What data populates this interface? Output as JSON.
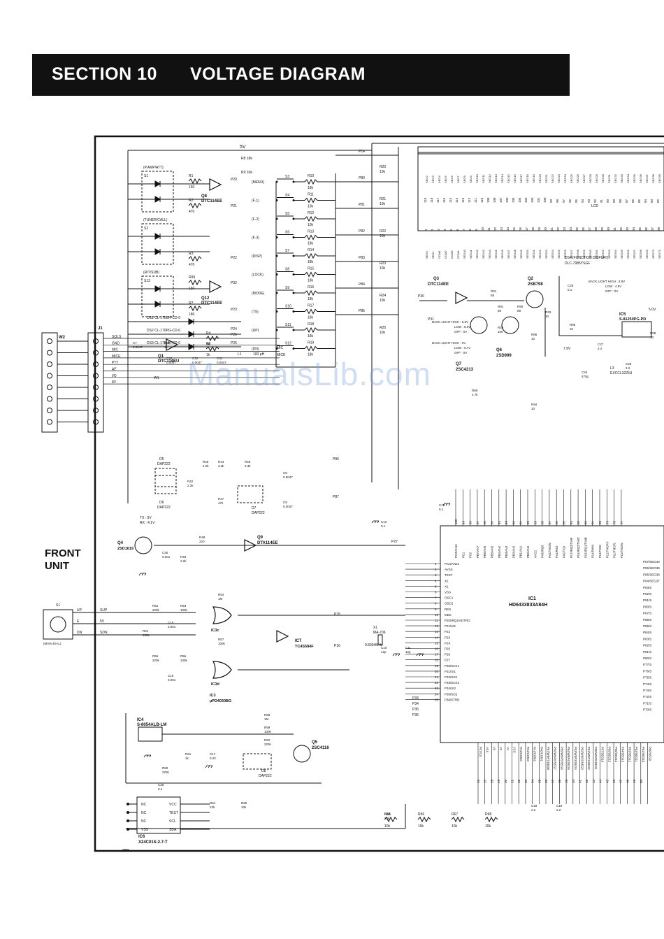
{
  "header": {
    "section_label": "SECTION 10",
    "section_title": "VOLTAGE DIAGRAM"
  },
  "front_unit": [
    "FRONT",
    "UNIT"
  ],
  "watermark": "ManualsLib.com",
  "lcd": {
    "name": "DS4 (FUNCTION DISPLAY)",
    "part": "DLC-7985YSGF",
    "label": "LCD"
  },
  "switches": {
    "group_labels": [
      "(P.AMP/ATT)",
      "(TUNER/CALL)",
      "(RIT/SUB)"
    ],
    "switch_refs": [
      "S1",
      "S2",
      "S13"
    ],
    "key_labels": [
      "(MENU)",
      "(F-1)",
      "(F-2)",
      "(F-3)",
      "(DISP)",
      "(LOCK)",
      "(MODE)",
      "(TS)",
      "(UP)",
      "(DN)"
    ],
    "key_refs": [
      "S3",
      "S4",
      "S5",
      "S6",
      "S7",
      "S8",
      "S9",
      "S10",
      "S11",
      "S12"
    ],
    "key_resistors": [
      "R10",
      "R11",
      "R12",
      "R13",
      "R14",
      "R15",
      "R16",
      "R17",
      "R18",
      "R19"
    ],
    "key_values": [
      "18k",
      "10k",
      "10k",
      "18k",
      "18k",
      "18k",
      "18k",
      "18k",
      "18k",
      "18k"
    ]
  },
  "transistors": [
    {
      "ref": "Q8",
      "part": "DTC114EE"
    },
    {
      "ref": "Q12",
      "part": "DTC114EE"
    },
    {
      "ref": "Q1",
      "part": "DTC114EU"
    },
    {
      "ref": "Q3",
      "part": "DTC114EE"
    },
    {
      "ref": "Q2",
      "part": "2SB798"
    },
    {
      "ref": "Q7",
      "part": "2SC4213"
    },
    {
      "ref": "Q6",
      "part": "2SD999"
    },
    {
      "ref": "Q4",
      "part": "2SD1619"
    },
    {
      "ref": "Q9",
      "part": "DTA114EE"
    },
    {
      "ref": "Q5",
      "part": "2SC4116"
    }
  ],
  "diodes": [
    {
      "ref": "DS1",
      "part": "CL-170UR-CD-0"
    },
    {
      "ref": "DS2",
      "part": "CL-170PG-CD-0"
    },
    {
      "ref": "DS3",
      "part": "CL-170UR-CD-0"
    },
    {
      "ref": "D5",
      "part": "DAP222"
    },
    {
      "ref": "D6",
      "part": "DAP222"
    },
    {
      "ref": "D7",
      "part": "DAP222"
    },
    {
      "ref": "D8",
      "part": "DAP222"
    }
  ],
  "ics": {
    "ic1": {
      "ref": "IC1",
      "part": "HD6433833A84H"
    },
    "ic3": {
      "ref": "IC3",
      "part": "µPD4030BG"
    },
    "ic4": {
      "ref": "IC4",
      "part": "S-8054ALB-LM"
    },
    "ic5": {
      "ref": "IC5",
      "part": "S-81250PG-PD"
    },
    "ic6": {
      "ref": "IC6",
      "part": "X24C01S-2.7-T"
    },
    "ic7": {
      "ref": "IC7",
      "part": "TC4S584F"
    },
    "gate_c": "IC3c",
    "gate_d": "IC3d"
  },
  "ic6_pins": [
    "NC",
    "NC",
    "NC",
    "VSS",
    "VCC",
    "TEST",
    "SCL",
    "SDA"
  ],
  "connector": {
    "j1": "J1",
    "w2": "W2",
    "w1": "W1",
    "signals": [
      "SQLS",
      "GND",
      "MIC",
      "MICE",
      "PTT",
      "AF",
      "I/O",
      "8V"
    ]
  },
  "main_dial": {
    "ref": "S1",
    "label": "(MAIN DIAL)",
    "pins": [
      "UP",
      "E",
      "DN"
    ],
    "nets": [
      "SUP",
      "5V",
      "SDN"
    ]
  },
  "backlight": {
    "high": "BACK LIGHT HIGH : 5.0V",
    "low": "LOW : 5.0V",
    "off": "OFF : 0V",
    "high2": "BACK LIGHT HIGH : 0V",
    "low2": "LOW : 0.7V",
    "off2": "OFF : 0V",
    "high3": "BACK LIGHT HIGH : 4.9V",
    "low3": "LOW : 4.9V",
    "off3": "OFF : 0V"
  },
  "tx_rx": {
    "tx": "TX : 0V",
    "rx": "RX : 4.1V"
  },
  "crystal": {
    "ref": "X1",
    "part": "MA-706",
    "freq": "9.8304MHz"
  },
  "nets": {
    "supply": "5V",
    "l1": "L1",
    "l1_value": "100 µH",
    "mic": "MIC",
    "mice": "MICE",
    "r9": "R9 10k",
    "r8": "R8 18k",
    "v7_9": "7.9V",
    "v5_0": "5.0V",
    "l3": "L3",
    "l3_part": "EXCCL3225U"
  },
  "ports": [
    "P14",
    "P80",
    "P81",
    "P82",
    "P83",
    "P84",
    "P85",
    "P86",
    "P87",
    "P20",
    "P21",
    "P22",
    "P23",
    "P24",
    "P25",
    "P26",
    "P27",
    "P30",
    "P31",
    "P32",
    "P33",
    "P34",
    "P35",
    "P36",
    "P15",
    "P16"
  ],
  "ic1_left_pins": [
    "PC3/AN11",
    "AVSS",
    "TEST",
    "X2",
    "X1",
    "VSS",
    "OSC1",
    "OSC2",
    "RES",
    "MD0",
    "P20/IRQ4/ADTRG",
    "P21/UD",
    "P22",
    "P23",
    "P24",
    "P25",
    "P26",
    "P27",
    "P30/SCK1",
    "P31/SI1",
    "P32/SO1",
    "P33/SCK2",
    "P34/SI2",
    "P35/SO2",
    "P36/STRB"
  ],
  "ic1_left_nums": [
    "1",
    "2",
    "3",
    "4",
    "5",
    "6",
    "7",
    "8",
    "9",
    "10",
    "11",
    "12",
    "13",
    "14",
    "15",
    "16",
    "17",
    "18",
    "19",
    "20",
    "21",
    "22",
    "23",
    "24",
    "25"
  ],
  "ic1_right_pins": [
    "P97/SEG40",
    "P96/SEG39",
    "P95/SEG38",
    "P94/SEG37",
    "P93/S",
    "P92/S",
    "P91/S",
    "P90/S",
    "P87/S",
    "P86/S",
    "P85/S",
    "P84/S",
    "P83/S",
    "P82/S",
    "P81/S",
    "P80/S",
    "P77/S",
    "P76/S",
    "P75/S",
    "P74/S",
    "P73/S",
    "P72/S",
    "P71/S",
    "P70/S"
  ],
  "ic1_top_pins": [
    "PC2/AN10",
    "PC1",
    "PC0",
    "PB7/AN7",
    "PB6/AN6",
    "PB5/AN5",
    "PB4/AN4",
    "PB3/AN3",
    "PB2/AN2",
    "PB1/AN1",
    "PB0/AN0",
    "AVCC",
    "P43/IRQ0",
    "P42/TMOW",
    "P41/RXD",
    "P40/TXD",
    "P17/IRQ3/TMIF",
    "P16/IRQ2/TMIC",
    "P15/IRQ1/TMIB",
    "P14/PWM",
    "P13/TMIG",
    "P12/TMOFH",
    "P11/TMOFL",
    "P10/TMOW"
  ],
  "ic1_top_nums": [
    "100",
    "99",
    "98",
    "97",
    "96",
    "95",
    "94",
    "93",
    "92",
    "91",
    "90",
    "89",
    "88",
    "87",
    "86",
    "85",
    "84",
    "83",
    "82",
    "81",
    "80",
    "79",
    "78",
    "77",
    "76"
  ],
  "ic1_bottom_pins": [
    "P37/CS",
    "VSS",
    "V3",
    "V2",
    "V1",
    "VCC",
    "PA3/COM4",
    "PA2/COM3",
    "PA1/COM2",
    "PA0/COM1",
    "P57/WKP7/SEG8",
    "P56/WKP6/SEG7",
    "P55/WKP5/SEG6",
    "P54/WKP4/SEG5",
    "P53/WKP3/SEG4",
    "P52/WKP2/SEG3",
    "P51/WKP1/SEG2",
    "P50/WKP0/SEG1",
    "P67/SEG16",
    "P66/SEG15",
    "P65/SEG14",
    "P64/SEG13",
    "P63/SEG12",
    "P62/SEG11",
    "P61/SEG10",
    "P60/SEG9"
  ],
  "ic1_bottom_nums": [
    "26",
    "27",
    "28",
    "29",
    "30",
    "31",
    "32",
    "33",
    "34",
    "35",
    "36",
    "37",
    "38",
    "39",
    "40",
    "41",
    "42",
    "43",
    "44",
    "45",
    "46",
    "47",
    "48",
    "49",
    "50"
  ],
  "lcd_top_pins": [
    "SEG2",
    "SEG3",
    "SEG4",
    "SEG5",
    "SEG6",
    "SEG7",
    "SEG8",
    "SEG9",
    "SEG10",
    "SEG11",
    "SEG12",
    "SEG13",
    "SEG14",
    "SEG15",
    "SEG16",
    "SEG17",
    "SEG18",
    "SEG19",
    "SEG20",
    "SEG21",
    "SEG22",
    "SEG23",
    "SEG24",
    "SEG25",
    "SEG26",
    "SEG27",
    "SEG28",
    "SEG29",
    "SEG30",
    "SEG31",
    "SEG32",
    "SEG33",
    "SEG34",
    "SEG35",
    "SEG36",
    "SEG37",
    "SEG38",
    "SEG39"
  ],
  "lcd_top_nums": [
    "119",
    "118",
    "117",
    "116",
    "115",
    "114",
    "113",
    "112",
    "111",
    "110",
    "109",
    "108",
    "107",
    "106",
    "105",
    "104",
    "103",
    "102",
    "101",
    "100",
    "99",
    "98",
    "97",
    "96",
    "95",
    "94",
    "93",
    "92",
    "91",
    "90",
    "89",
    "88",
    "87",
    "86",
    "85",
    "84",
    "83",
    "82"
  ],
  "lcd_bottom_pins": [
    "SEG0",
    "SEG1",
    "COM1",
    "COM2",
    "COM3",
    "COM4",
    "SEG40",
    "SEG41",
    "SEG42",
    "SEG43",
    "SEG44",
    "SEG45",
    "SEG46",
    "SEG47",
    "SEG48",
    "SEG49",
    "SEG50",
    "SEG51",
    "SEG52",
    "SEG53",
    "SEG54",
    "SEG55",
    "SEG56",
    "SEG57",
    "SEG58",
    "SEG59",
    "SEG60",
    "SEG61",
    "SEG62",
    "SEG63",
    "SEG64",
    "SEG65",
    "SEG66",
    "SEG67",
    "SEG68",
    "SEG69",
    "SEG70",
    "SEG71"
  ],
  "lcd_bottom_nums": [
    "1",
    "2",
    "3",
    "4",
    "5",
    "6",
    "7",
    "8",
    "9",
    "10",
    "11",
    "12",
    "13",
    "14",
    "15",
    "16",
    "17",
    "18",
    "19",
    "20",
    "21",
    "22",
    "23",
    "24",
    "25",
    "26",
    "27",
    "28",
    "29",
    "30",
    "31",
    "32",
    "33",
    "34",
    "35",
    "36",
    "37",
    "38"
  ],
  "resistor_refs": [
    "R1",
    "R2",
    "R3",
    "R99",
    "R7",
    "R4",
    "R6",
    "R5",
    "R20",
    "R21",
    "R22",
    "R23",
    "R24",
    "R25",
    "R30",
    "R46",
    "R44",
    "R45",
    "R42",
    "R47",
    "R48",
    "R49",
    "R52",
    "R53",
    "R54",
    "R51",
    "R55",
    "R56",
    "R57",
    "R58",
    "R59",
    "R62",
    "R61",
    "R60",
    "R63",
    "R64",
    "R65",
    "R66",
    "R67",
    "R68",
    "R32",
    "R31",
    "R90",
    "R91",
    "R33",
    "R35",
    "R86",
    "R89",
    "R94",
    "R96",
    "R98"
  ],
  "resistor_values": [
    "150",
    "470",
    "470",
    "150",
    "180",
    "1k",
    "1k",
    "180",
    "10k",
    "10k",
    "10k",
    "10k",
    "10k",
    "10k",
    "1k",
    "2.2k",
    "3.3k",
    "3.3k",
    "2.2k",
    "47k",
    "220",
    "2.2k",
    "220k",
    "100k",
    "1M",
    "100k",
    "220k",
    "100k",
    "100k",
    "1M",
    "100k",
    "220k",
    "1k",
    "220k",
    "22k",
    "22k",
    "10k",
    "10k",
    "10k",
    "10k",
    "10k",
    "68",
    "68",
    "68",
    "33",
    "100",
    "10",
    "4.7k",
    "10",
    "10",
    "10"
  ],
  "capacitor_refs": [
    "C7",
    "C33",
    "C32",
    "C31",
    "C8",
    "C9",
    "C12",
    "C13",
    "C10",
    "C11",
    "C15",
    "C16",
    "C30",
    "C17",
    "C26",
    "C18",
    "C19",
    "C34",
    "C28",
    "C29",
    "C27"
  ],
  "capacitor_values": [
    "0.0047",
    "0.0047",
    "0.0047",
    "0.0047",
    "0.0047",
    "0.0047",
    "0.1",
    "0.1",
    "12p",
    "12p",
    "0.001",
    "0.001",
    "0.001",
    "0.22",
    "0.1",
    "2.2",
    "2.2",
    "470p",
    "2.2",
    "0.1",
    "2.2"
  ]
}
